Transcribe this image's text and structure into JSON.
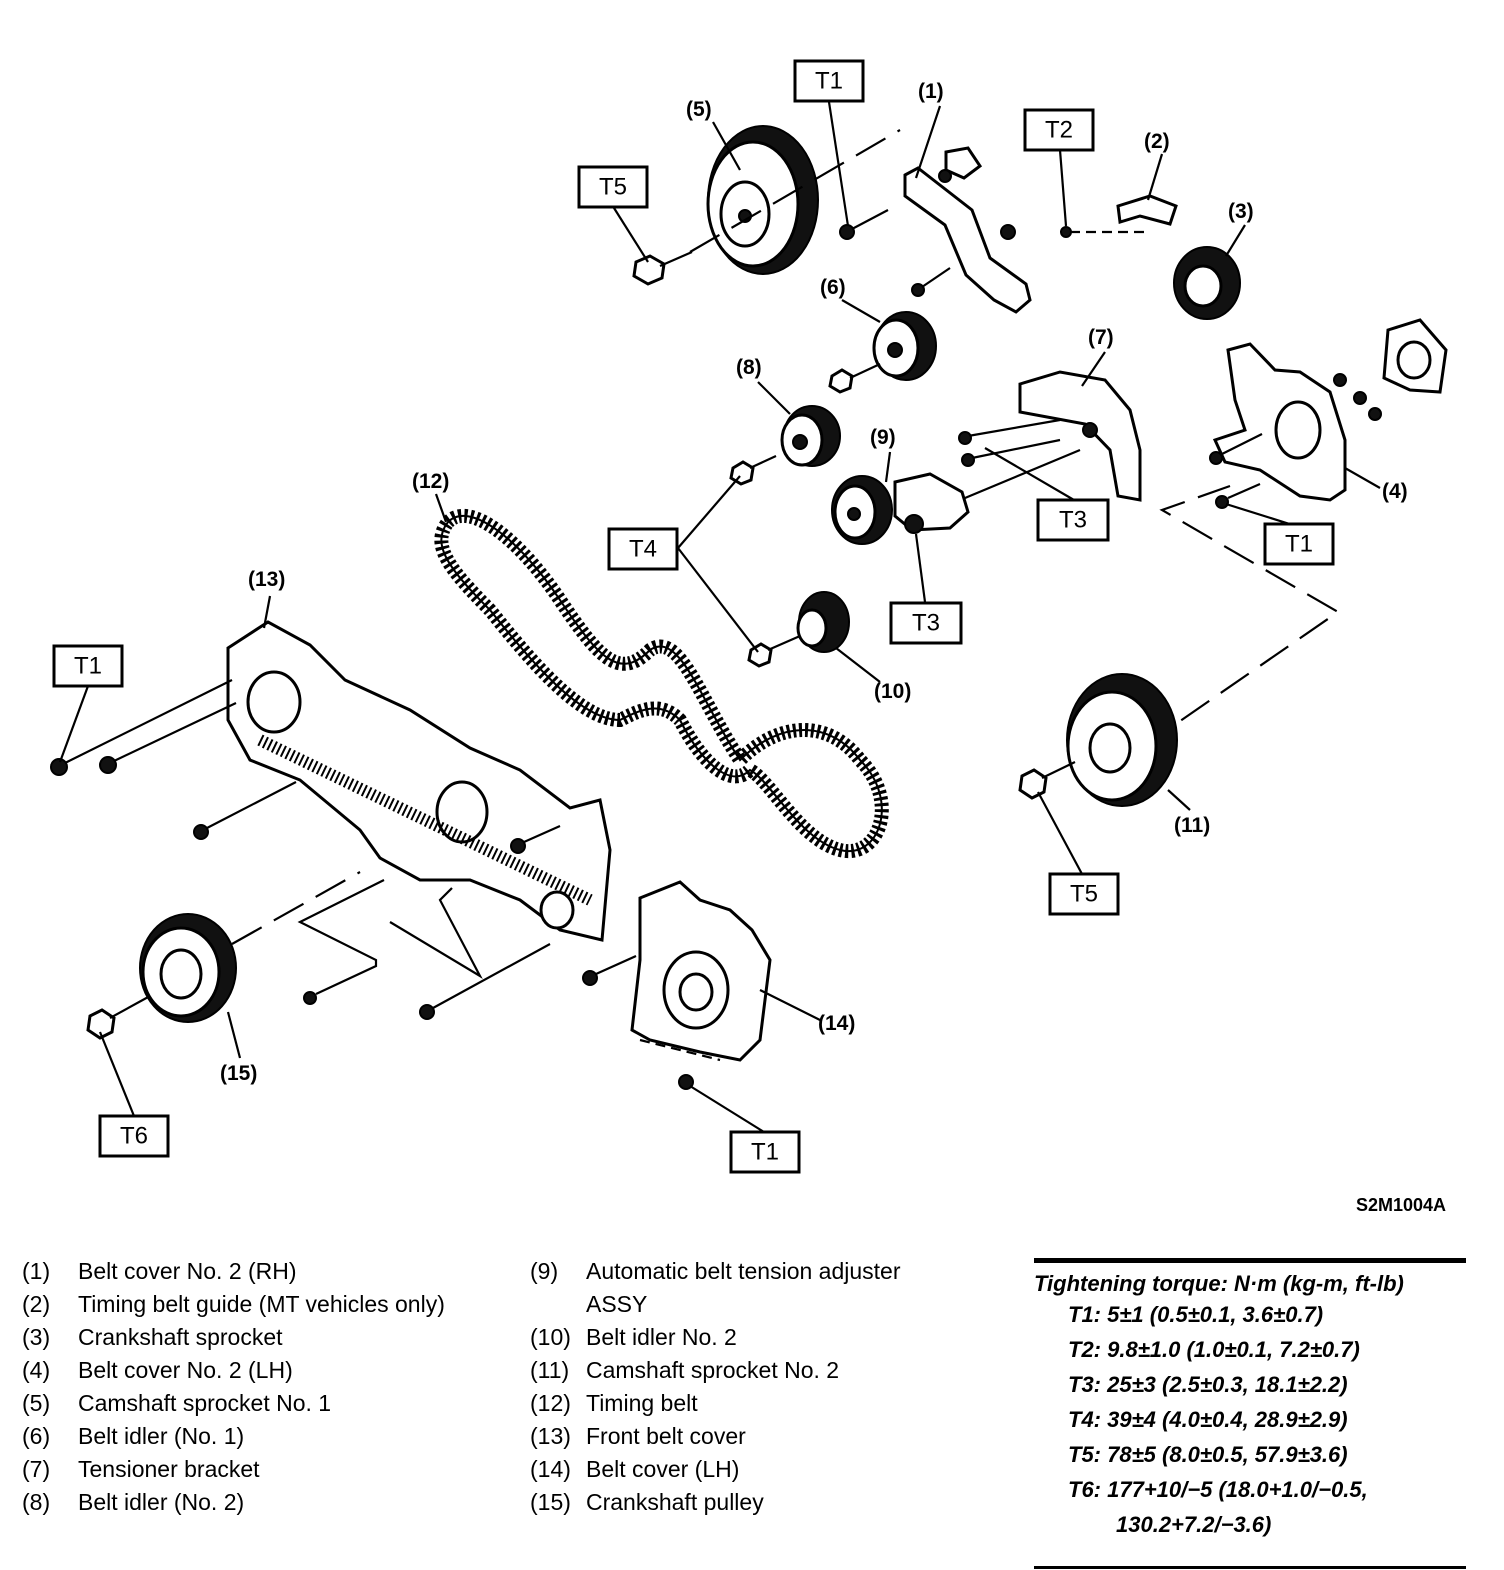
{
  "figure_code": "S2M1004A",
  "torque_boxes": {
    "t1_a": "T1",
    "t1_b": "T1",
    "t1_c": "T1",
    "t1_d": "T1",
    "t2": "T2",
    "t3_a": "T3",
    "t3_b": "T3",
    "t4": "T4",
    "t5_a": "T5",
    "t5_b": "T5",
    "t6": "T6"
  },
  "callouts": {
    "c1": "(1)",
    "c2": "(2)",
    "c3": "(3)",
    "c4": "(4)",
    "c5": "(5)",
    "c6": "(6)",
    "c7": "(7)",
    "c8": "(8)",
    "c9": "(9)",
    "c10": "(10)",
    "c11": "(11)",
    "c12": "(12)",
    "c13": "(13)",
    "c14": "(14)",
    "c15": "(15)"
  },
  "legend_left": [
    {
      "num": "(1)",
      "text": "Belt cover No. 2 (RH)"
    },
    {
      "num": "(2)",
      "text": "Timing belt guide (MT vehicles only)"
    },
    {
      "num": "(3)",
      "text": "Crankshaft sprocket"
    },
    {
      "num": "(4)",
      "text": "Belt cover No. 2 (LH)"
    },
    {
      "num": "(5)",
      "text": "Camshaft sprocket No. 1"
    },
    {
      "num": "(6)",
      "text": "Belt idler (No. 1)"
    },
    {
      "num": "(7)",
      "text": "Tensioner bracket"
    },
    {
      "num": "(8)",
      "text": "Belt idler (No. 2)"
    }
  ],
  "legend_mid": [
    {
      "num": "(9)",
      "text": "Automatic belt tension adjuster ASSY"
    },
    {
      "num": "(10)",
      "text": "Belt idler No. 2"
    },
    {
      "num": "(11)",
      "text": "Camshaft sprocket No. 2"
    },
    {
      "num": "(12)",
      "text": "Timing belt"
    },
    {
      "num": "(13)",
      "text": "Front belt cover"
    },
    {
      "num": "(14)",
      "text": "Belt cover (LH)"
    },
    {
      "num": "(15)",
      "text": "Crankshaft pulley"
    }
  ],
  "torque_table": {
    "header": "Tightening torque: N·m (kg-m, ft-lb)",
    "t1": "T1: 5±1 (0.5±0.1, 3.6±0.7)",
    "t2": "T2: 9.8±1.0 (1.0±0.1, 7.2±0.7)",
    "t3": "T3: 25±3 (2.5±0.3, 18.1±2.2)",
    "t4": "T4: 39±4 (4.0±0.4, 28.9±2.9)",
    "t5": "T5: 78±5 (8.0±0.5, 57.9±3.6)",
    "t6_line1": "T6: 177+10/−5 (18.0+1.0/−0.5,",
    "t6_line2": "130.2+7.2/−3.6)"
  }
}
